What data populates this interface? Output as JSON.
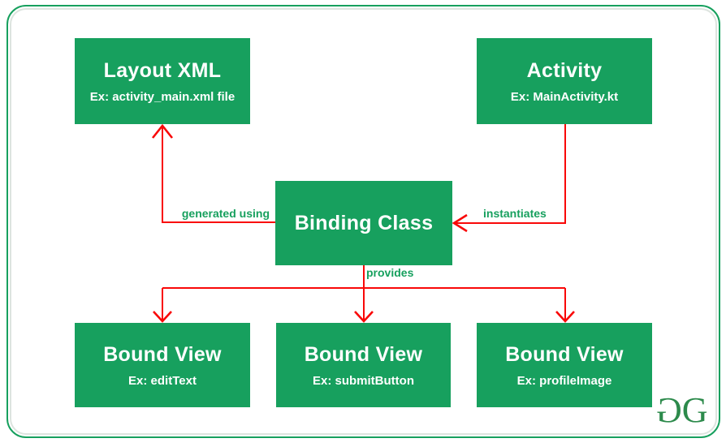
{
  "diagram": {
    "title_context": "Android View Binding flow diagram",
    "nodes": {
      "layout_xml": {
        "title": "Layout XML",
        "subtitle": "Ex: activity_main.xml file"
      },
      "activity": {
        "title": "Activity",
        "subtitle": "Ex: MainActivity.kt"
      },
      "binding_class": {
        "title": "Binding Class"
      },
      "bound_view_1": {
        "title": "Bound View",
        "subtitle": "Ex: editText"
      },
      "bound_view_2": {
        "title": "Bound View",
        "subtitle": "Ex: submitButton"
      },
      "bound_view_3": {
        "title": "Bound View",
        "subtitle": "Ex: profileImage"
      }
    },
    "edges": {
      "generated_using": {
        "label": "generated using",
        "from": "binding_class",
        "to": "layout_xml"
      },
      "instantiates": {
        "label": "instantiates",
        "from": "activity",
        "to": "binding_class"
      },
      "provides": {
        "label": "provides",
        "from": "binding_class",
        "to": "bound_views"
      }
    },
    "colors": {
      "node_fill": "#17a05e",
      "node_text": "#ffffff",
      "arrow": "#f90808",
      "edge_label": "#17a05e",
      "frame_border": "#17a05e",
      "frame_inner_line": "#dde4df",
      "logo": "#2c8a4b"
    },
    "logo": {
      "first_letter": "G",
      "second_letter": "G"
    }
  }
}
